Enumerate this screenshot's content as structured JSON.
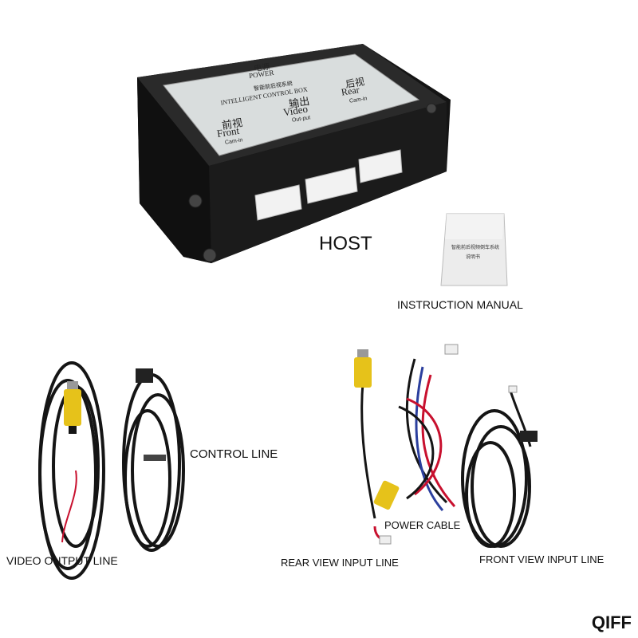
{
  "host": {
    "label": "HOST",
    "panel": {
      "power_cn": "电源",
      "power_en": "POWER",
      "box_cn": "智能前后视系统",
      "box_en": "INTELLIGENT CONTROL BOX",
      "front_cn": "前视",
      "front_en": "Front",
      "front_sub": "Cam-in",
      "video_cn": "输出",
      "video_en": "Video",
      "video_sub": "Out-put",
      "rear_cn": "后视",
      "rear_en": "Rear",
      "rear_sub": "Cam-in"
    }
  },
  "manual": {
    "label": "INSTRUCTION MANUAL",
    "cover_line1": "智能前后视频倒车系统",
    "cover_line2": "说明书"
  },
  "cables": {
    "control_line": "CONTROL LINE",
    "video_output_line": "VIDEO OUTPUT LINE",
    "power_cable": "POWER CABLE",
    "rear_view_input_line": "REAR VIEW INPUT LINE",
    "front_view_input_line": "FRONT VIEW INPUT LINE"
  },
  "brand": "QIFF",
  "colors": {
    "box_body": "#1c1c1c",
    "panel": "#d8dcdc",
    "rca_yellow": "#e6c21a",
    "cable_black": "#151515",
    "wire_red": "#c8102e",
    "wire_blue": "#2b3f9e"
  }
}
